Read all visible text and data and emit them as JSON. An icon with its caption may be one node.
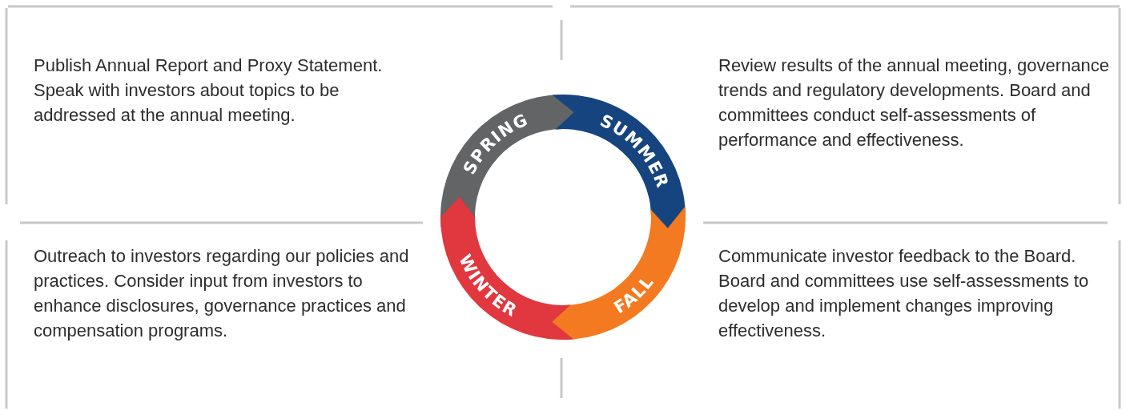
{
  "diagram": {
    "nodes": [
      {
        "text": [
          "SPRING"
        ]
      },
      {
        "text": [
          "SUMMER"
        ]
      },
      {
        "text": [
          "FALL"
        ]
      },
      {
        "text": [
          "WINTER"
        ]
      }
    ],
    "labels": [
      "Publish Annual Report and Proxy Statement. Speak with investors about topics to be addressed at the annual meeting.",
      "Review results of the annual meeting, governance trends and regulatory developments. Board and committees conduct self-assessments of performance and effectiveness.",
      "Outreach to investors regarding our policies and practices. Consider input from investors to enhance disclosures, governance practices and compensation programs.",
      "Communicate investor feedback to the Board. Board and committees use self-assessments to develop and implement changes improving effectiveness."
    ]
  }
}
